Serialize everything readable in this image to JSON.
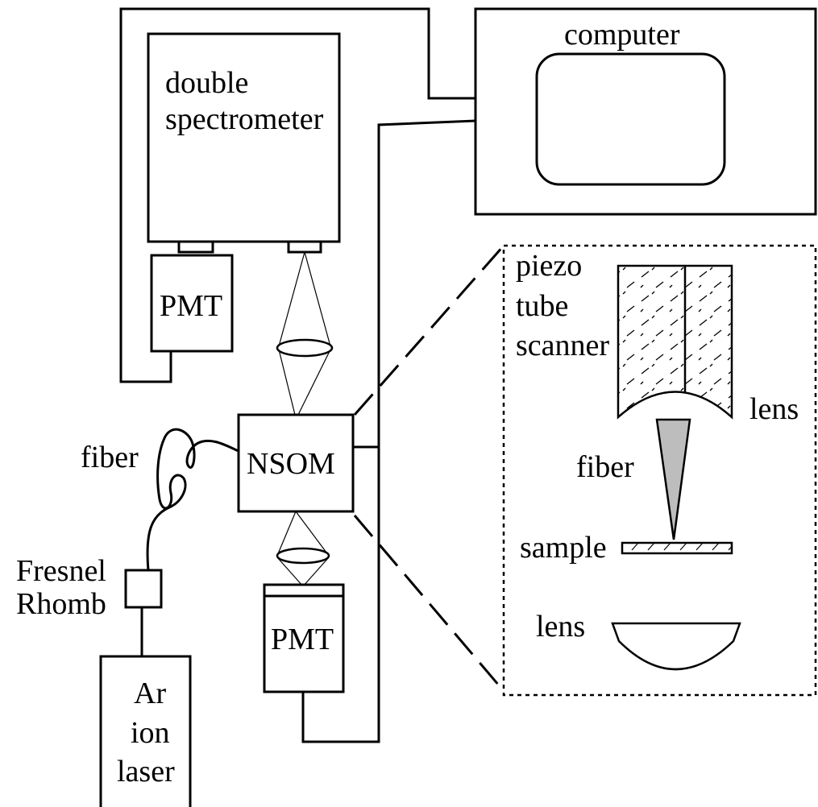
{
  "labels": {
    "computer": "computer",
    "double_1": "double",
    "double_2": "spectrometer",
    "pmt_top": "PMT",
    "pmt_bottom": "PMT",
    "nsom": "NSOM",
    "fiber_left": "fiber",
    "fresnel_1": "Fresnel",
    "fresnel_2": "Rhomb",
    "laser_1": "Ar",
    "laser_2": "ion",
    "laser_3": "laser",
    "piezo_1": "piezo",
    "piezo_2": "tube",
    "piezo_3": "scanner",
    "lens_upper": "lens",
    "fiber_inset": "fiber",
    "sample": "sample",
    "lens_lower": "lens"
  },
  "colors": {
    "line": "#000000",
    "fiber_tip_fill": "#bdbdbd",
    "background": "#ffffff"
  }
}
